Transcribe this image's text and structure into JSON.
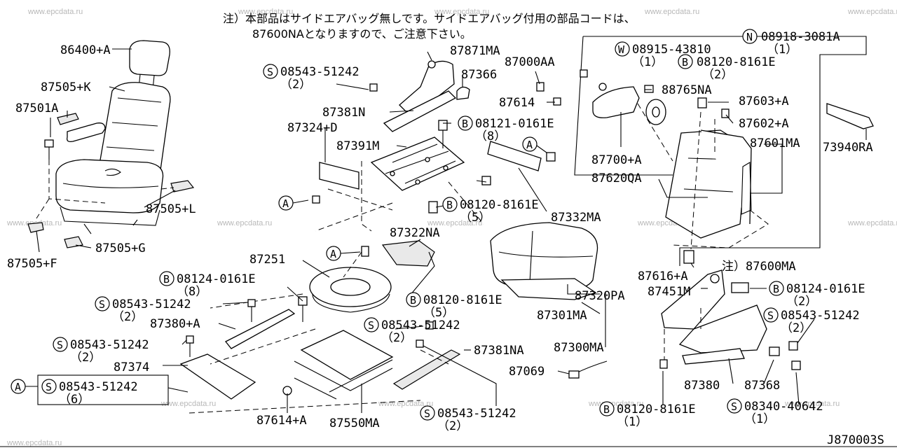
{
  "watermark": "www.epcdata.ru",
  "note": {
    "line1": "注）本部品はサイドエアバッグ無しです。サイドエアバッグ付用の部品コードは、",
    "line2": "87600NAとなりますので、ご注意下さい。"
  },
  "diagram_code": "J870003S",
  "callouts": {
    "c86400": "86400+A",
    "c87505k": "87505+K",
    "c87501a": "87501A",
    "c87505l": "87505+L",
    "c87505g": "87505+G",
    "c87505f": "87505+F",
    "c87871ma": "87871MA",
    "c87366": "87366",
    "c87381n": "87381N",
    "c87324d": "87324+D",
    "c87391m": "87391M",
    "c87322na": "87322NA",
    "c87251": "87251",
    "c87380a": "87380+A",
    "c87374": "87374",
    "c87614a": "87614+A",
    "c87550ma": "87550MA",
    "c87381na": "87381NA",
    "c87332ma": "87332MA",
    "c87320pa": "87320PA",
    "c87301ma": "87301MA",
    "c87300ma": "87300MA",
    "c87069": "87069",
    "c87000aa": "87000AA",
    "c87614": "87614",
    "c88765na": "88765NA",
    "c87603a": "87603+A",
    "c87602a": "87602+A",
    "c87601ma": "87601MA",
    "c73940ra": "73940RA",
    "c87700a": "87700+A",
    "c87620qa": "87620QA",
    "c87616a": "87616+A",
    "c87600ma": "注）87600MA",
    "c87451m": "87451M",
    "c87380": "87380",
    "c87368": "87368"
  },
  "fasteners": {
    "s1": {
      "pfx": "S",
      "num": "08543-51242",
      "qty": "（2）"
    },
    "b1": {
      "pfx": "B",
      "num": "08121-0161E",
      "qty": "（8）"
    },
    "b2": {
      "pfx": "B",
      "num": "08120-8161E",
      "qty": "（5）"
    },
    "b3": {
      "pfx": "B",
      "num": "08124-0161E",
      "qty": "（8）"
    },
    "s2": {
      "pfx": "S",
      "num": "08543-51242",
      "qty": "（2）"
    },
    "s3": {
      "pfx": "S",
      "num": "08543-51242",
      "qty": "（2）"
    },
    "b4": {
      "pfx": "B",
      "num": "08120-8161E",
      "qty": "（5）"
    },
    "s4": {
      "pfx": "S",
      "num": "08543-51242",
      "qty": "（2）"
    },
    "s5": {
      "pfx": "S",
      "num": "08543-51242",
      "qty": "（6）"
    },
    "s6": {
      "pfx": "S",
      "num": "08543-51242",
      "qty": "（2）"
    },
    "n1": {
      "pfx": "N",
      "num": "08918-3081A",
      "qty": "（1）"
    },
    "w1": {
      "pfx": "W",
      "num": "08915-43810",
      "qty": "（1）"
    },
    "b5": {
      "pfx": "B",
      "num": "08120-8161E",
      "qty": "（2）"
    },
    "b6": {
      "pfx": "B",
      "num": "08124-0161E",
      "qty": "（2）"
    },
    "s7": {
      "pfx": "S",
      "num": "08543-51242",
      "qty": "（2）"
    },
    "b7": {
      "pfx": "B",
      "num": "08120-8161E",
      "qty": "（1）"
    },
    "s8": {
      "pfx": "S",
      "num": "08340-40642",
      "qty": "（1）"
    }
  },
  "ref_marker": "A"
}
